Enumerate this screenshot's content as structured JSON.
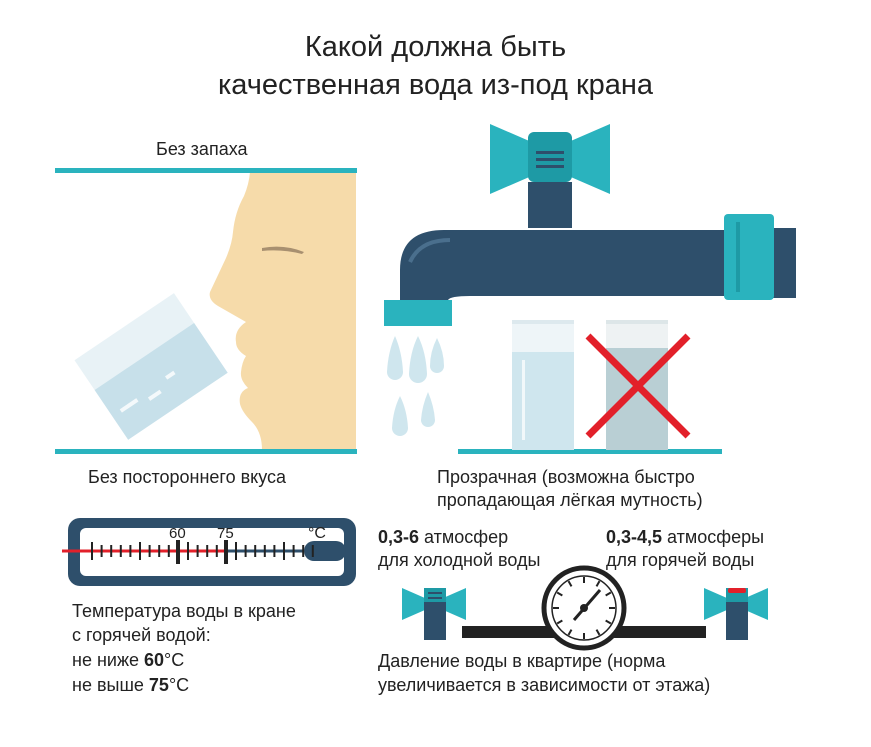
{
  "title": {
    "line1": "Какой должна быть",
    "line2": "качественная вода из-под крана"
  },
  "smell": {
    "label": "Без запаха"
  },
  "taste": {
    "label": "Без постороннего вкуса"
  },
  "clarity": {
    "line1": "Прозрачная (возможна быстро",
    "line2": "пропадающая лёгкая мутность)"
  },
  "thermometer": {
    "mark_60": "60",
    "mark_75": "75",
    "unit": "°C"
  },
  "temperature": {
    "line1": "Температура воды в кране",
    "line2": "с горячей водой:",
    "min_prefix": "не ниже ",
    "min_value": "60",
    "min_unit": "°C",
    "max_prefix": "не выше ",
    "max_value": "75",
    "max_unit": "°C"
  },
  "pressure_cold": {
    "range": "0,3-6",
    "unit": " атмосфер",
    "line2": "для холодной воды"
  },
  "pressure_hot": {
    "range": "0,3-4,5",
    "unit": " атмосферы",
    "line2": "для горячей воды"
  },
  "apartment_pressure": {
    "line1": "Давление воды в квартире (норма",
    "line2": "увеличивается в зависимости от этажа)"
  },
  "colors": {
    "teal": "#2ab3be",
    "navy": "#2e4f6b",
    "skin": "#f6dbaa",
    "water": "#cfe6ee",
    "red": "#e2202a"
  }
}
